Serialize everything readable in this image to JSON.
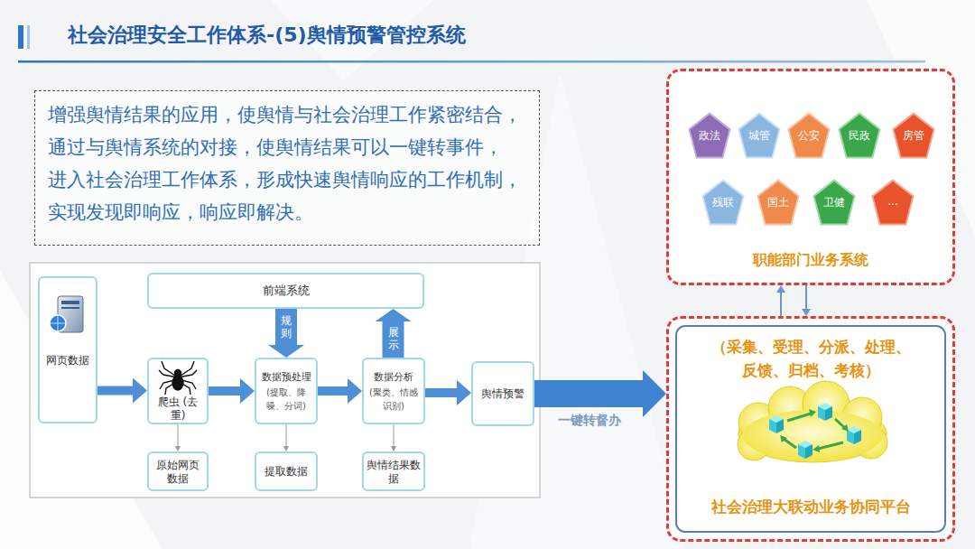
{
  "diagram": {
    "title": "社会治理安全工作体系-(5)舆情预警管控系统",
    "nodes": [
      {
        "text": [
          "增强舆情结果的应用，使舆情与社会治理工作紧密结合， 通过与舆情系统的对接，使舆情结果可以一键转事件， 进入社会治理工作体系，形成快速舆情响应的工作机制， 实现发现即响应，响应即解决。"
        ]
      },
      {
        "text": [
          "网页数据"
        ]
      },
      {
        "text": [
          "前端系统"
        ]
      },
      {
        "text": [
          "爬虫 (去重)"
        ]
      },
      {
        "text": [
          "数据预处理",
          "(提取、降噪、分词)"
        ]
      },
      {
        "text": [
          "数据分析",
          "(聚类、情感识别)"
        ]
      },
      {
        "text": [
          "舆情预警"
        ]
      },
      {
        "text": [
          "原始网页数据"
        ]
      },
      {
        "text": [
          "提取数据"
        ]
      },
      {
        "text": [
          "舆情结果数据"
        ]
      },
      {
        "text": [
          "职能部门业务系统"
        ]
      },
      {
        "text": [
          "政法"
        ],
        "in": 10
      },
      {
        "text": [
          "城管"
        ],
        "in": 10
      },
      {
        "text": [
          "公安"
        ],
        "in": 10
      },
      {
        "text": [
          "民政"
        ],
        "in": 10
      },
      {
        "text": [
          "房管"
        ],
        "in": 10
      },
      {
        "text": [
          "残联"
        ],
        "in": 10
      },
      {
        "text": [
          "国土"
        ],
        "in": 10
      },
      {
        "text": [
          "卫健"
        ],
        "in": 10
      },
      {
        "text": [
          "..."
        ],
        "in": 10
      },
      {
        "text": [
          "（采集、受理、分派、处理、 反馈、归档、考核）",
          "社会治理大联动业务协同平台"
        ]
      }
    ],
    "edges": [
      {
        "from": 1,
        "to": 3,
        "arrow": "to"
      },
      {
        "from": 3,
        "to": 4,
        "arrow": "to"
      },
      {
        "from": 4,
        "to": 5,
        "arrow": "to"
      },
      {
        "from": 5,
        "to": 6,
        "arrow": "to"
      },
      {
        "from": 2,
        "to": 4,
        "label": "规则",
        "arrow": "to"
      },
      {
        "from": 5,
        "to": 2,
        "label": "展示",
        "arrow": "to"
      },
      {
        "from": 3,
        "to": 7,
        "arrow": "to"
      },
      {
        "from": 4,
        "to": 8,
        "arrow": "to"
      },
      {
        "from": 5,
        "to": 9,
        "arrow": "to"
      },
      {
        "from": 6,
        "to": 20,
        "label": "一键转督办",
        "arrow": "to"
      },
      {
        "from": 20,
        "to": 10,
        "arrow": "to"
      },
      {
        "from": 10,
        "to": 20,
        "arrow": "to"
      }
    ]
  }
}
